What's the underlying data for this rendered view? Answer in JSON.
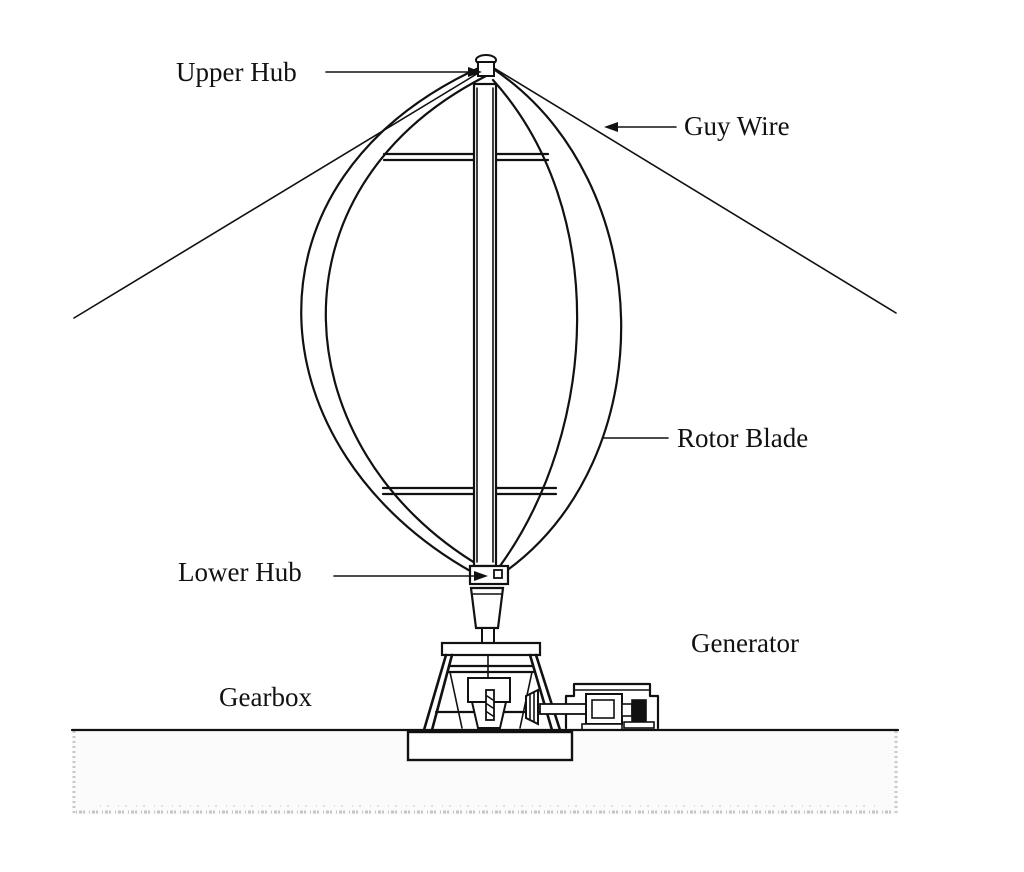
{
  "labels": {
    "upper_hub": "Upper Hub",
    "guy_wire": "Guy Wire",
    "rotor_blade": "Rotor Blade",
    "lower_hub": "Lower Hub",
    "generator": "Generator",
    "gearbox": "Gearbox"
  },
  "colors": {
    "ink": "#111111",
    "paper": "#ffffff",
    "ground_stipple": "#bdbdbd"
  }
}
